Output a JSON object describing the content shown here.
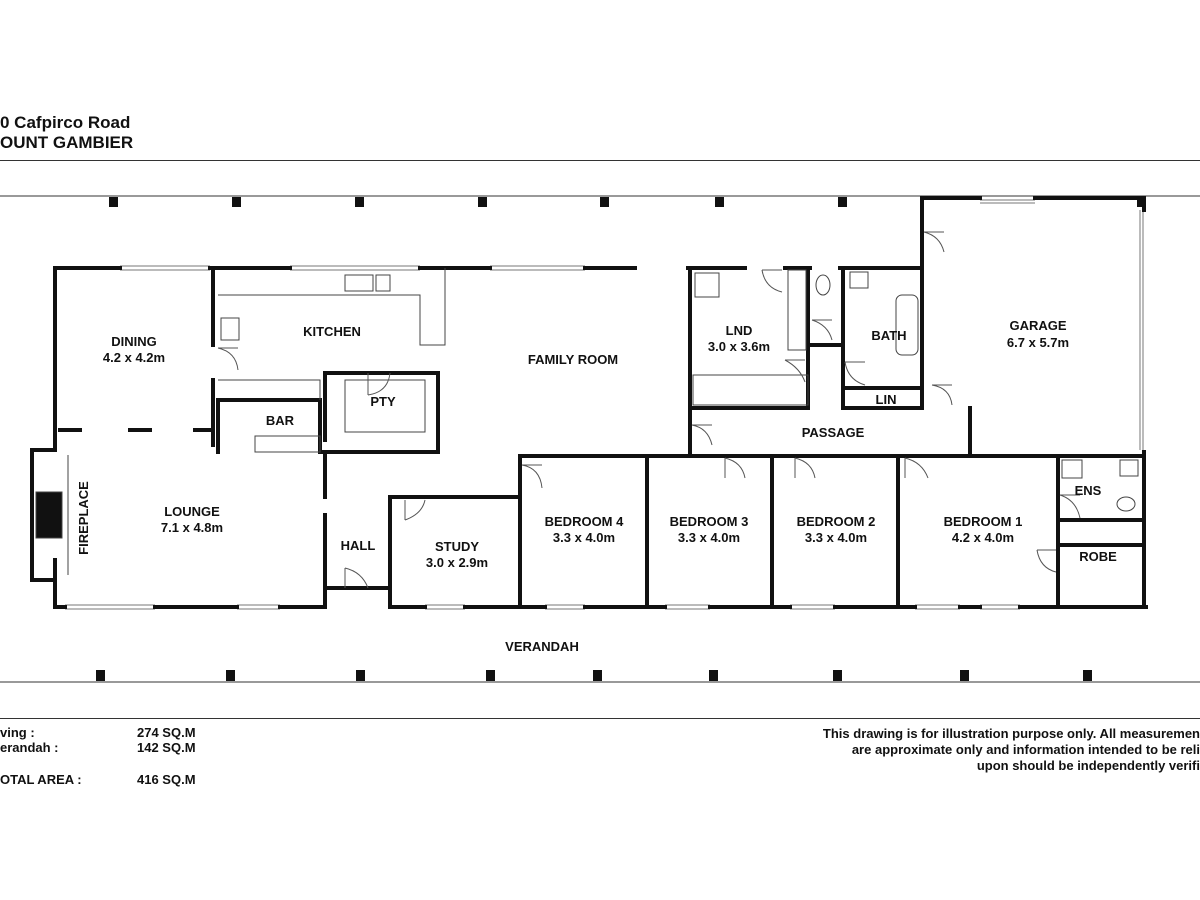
{
  "header": {
    "address_line1": "0 Cafpirco Road",
    "address_line2": "OUNT GAMBIER"
  },
  "rooms": {
    "dining": {
      "name": "DINING",
      "size": "4.2 x 4.2m"
    },
    "kitchen": {
      "name": "KITCHEN"
    },
    "family_room": {
      "name": "FAMILY ROOM"
    },
    "lnd": {
      "name": "LND",
      "size": "3.0 x 3.6m"
    },
    "bath": {
      "name": "BATH"
    },
    "garage": {
      "name": "GARAGE",
      "size": "6.7 x 5.7m"
    },
    "pty": {
      "name": "PTY"
    },
    "bar": {
      "name": "BAR"
    },
    "lin": {
      "name": "LIN"
    },
    "passage": {
      "name": "PASSAGE"
    },
    "lounge": {
      "name": "LOUNGE",
      "size": "7.1 x 4.8m"
    },
    "fireplace": {
      "name": "FIREPLACE"
    },
    "hall": {
      "name": "HALL"
    },
    "study": {
      "name": "STUDY",
      "size": "3.0 x 2.9m"
    },
    "bedroom4": {
      "name": "BEDROOM 4",
      "size": "3.3 x 4.0m"
    },
    "bedroom3": {
      "name": "BEDROOM 3",
      "size": "3.3 x 4.0m"
    },
    "bedroom2": {
      "name": "BEDROOM 2",
      "size": "3.3 x 4.0m"
    },
    "bedroom1": {
      "name": "BEDROOM 1",
      "size": "4.2 x 4.0m"
    },
    "ens": {
      "name": "ENS"
    },
    "robe": {
      "name": "ROBE"
    },
    "verandah": {
      "name": "VERANDAH"
    }
  },
  "areas": [
    {
      "label": "ving :",
      "value": "274 SQ.M"
    },
    {
      "label": "erandah :",
      "value": "142 SQ.M"
    },
    {
      "label": "OTAL AREA :",
      "value": "416 SQ.M"
    }
  ],
  "disclaimer": [
    "This drawing is for illustration purpose only. All measuremen",
    "are approximate only and information intended to be reli",
    "upon should be independently verifi"
  ]
}
